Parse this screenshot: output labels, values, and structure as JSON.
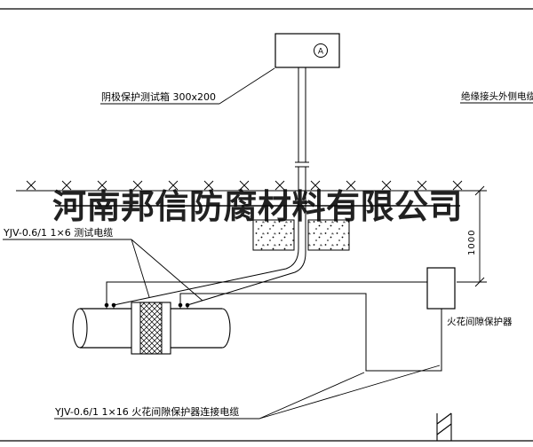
{
  "watermark": {
    "company_name": "河南邦信防腐材料有限公司"
  },
  "test_box": {
    "label": "阴极保护测试箱 300x200",
    "meter_symbol": "A"
  },
  "cables": {
    "insulating_joint_outer_label": "绝缘接头外侧电缆",
    "test_cable_label": "YJV-0.6/1 1×6  测试电缆",
    "protector_cable_label": "YJV-0.6/1 1×16  火花间隙保护器连接电缆"
  },
  "protector": {
    "label": "火花间隙保护器"
  },
  "dimension": {
    "depth_mm": "1000"
  },
  "line_color": "#000000"
}
